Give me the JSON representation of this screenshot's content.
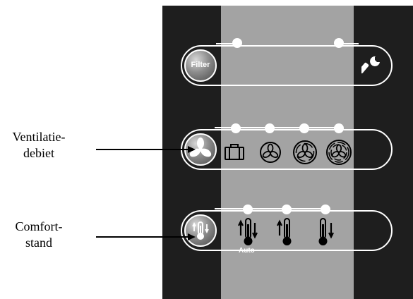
{
  "panel": {
    "filter_button": {
      "label": "Filter"
    },
    "ventilation_row": {
      "speed_icons": [
        "away-icon",
        "fan-speed-1-icon",
        "fan-speed-2-icon",
        "fan-speed-3-icon"
      ]
    },
    "comfort_row": {
      "mode_icons": [
        "thermometer-auto-icon",
        "thermometer-heat-icon",
        "thermometer-cool-icon"
      ],
      "auto_label": "Auto"
    }
  },
  "callouts": {
    "ventilation": {
      "line1": "Ventilatie-",
      "line2": "debiet"
    },
    "comfort": {
      "line1": "Comfort-",
      "line2": "stand"
    }
  },
  "colors": {
    "panel": "#1e1e1e",
    "strip": "#a3a3a3",
    "outline": "#ffffff"
  }
}
